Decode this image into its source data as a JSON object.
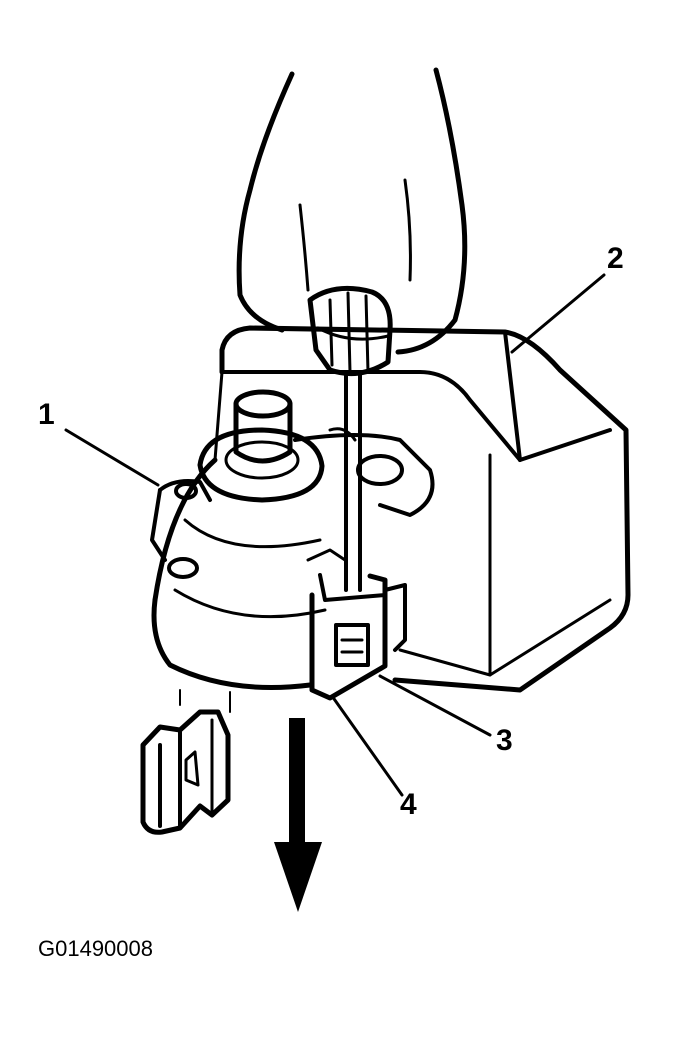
{
  "callouts": {
    "c1": "1",
    "c2": "2",
    "c3": "3",
    "c4": "4"
  },
  "figure_id": "G01490008"
}
